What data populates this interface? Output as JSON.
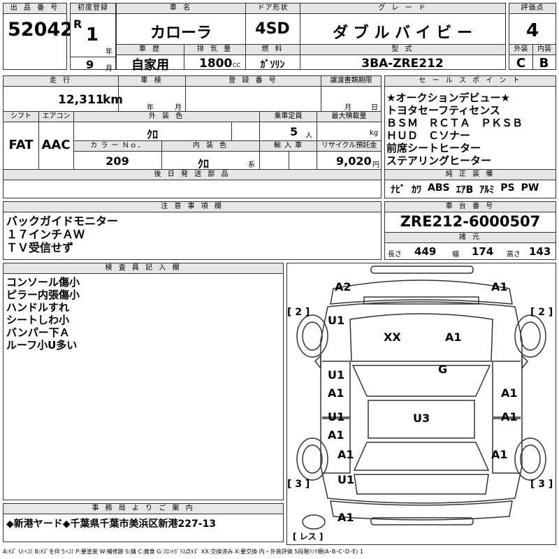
{
  "header": {
    "lot_no_label": "出 品 番 号",
    "lot_no": "52042",
    "first_reg_label": "初度登録",
    "era": "R",
    "year": "1",
    "year_unit": "年",
    "month": "9",
    "month_unit": "月",
    "car_name_label": "車 名",
    "car_name": "カローラ",
    "door_label": "ドア形状",
    "door": "4SD",
    "grade_label": "グ レ ー ド",
    "grade": "ダ ブ ル バ イ ビ ー",
    "score_label": "評価点",
    "score": "4",
    "history_label": "車 歴",
    "history": "自家用",
    "displacement_label": "排 気 量",
    "displacement": "1800",
    "displacement_unit": "CC",
    "fuel_label": "燃 料",
    "fuel": "ｶﾞｿﾘﾝ",
    "model_label": "型 式",
    "model": "3BA-ZRE212",
    "exterior_label": "外装",
    "exterior": "C",
    "interior_label": "内装",
    "interior": "B"
  },
  "row2": {
    "mileage_label": "走 行",
    "mileage": "12,311",
    "mileage_unit": "km",
    "inspection_label": "車 検",
    "inspection_year": "年",
    "inspection_month": "月",
    "registration_label": "登 録 番 号",
    "transfer_label": "譲渡書類期限",
    "transfer_month": "月",
    "transfer_day": "日",
    "shift_label": "シフト",
    "shift": "FAT",
    "ac_label": "エアコン",
    "ac": "AAC",
    "ext_color_label": "外 装 色",
    "ext_color": "ｸﾛ",
    "capacity_label": "乗車定員",
    "capacity": "5",
    "capacity_unit": "人",
    "max_load_label": "最大積載量",
    "max_load_unit": "kg",
    "color_no_label": "カ ラ ー Ｎｏ．",
    "color_no": "209",
    "int_color_label": "内 装 色",
    "int_color": "ｸﾛ",
    "int_color_unit": "系",
    "import_label": "輸 入 車",
    "recycle_label": "リサイクル預託金",
    "recycle": "9,020",
    "recycle_unit": "円",
    "later_parts_label": "後 日 発 送 部 品"
  },
  "sales_points": {
    "label": "セ ー ル ス ポ イ ン ト",
    "lines": [
      "★オークションデビュー★",
      "トヨタセーフティセンス",
      "ＢＳＭ　ＲＣＴＡ　ＰＫＳＢ",
      "ＨＵＤ　Ｃソナー",
      "前席シートヒーター",
      "ステアリングヒーター"
    ]
  },
  "equipment": {
    "label": "純 正 装 備",
    "items": [
      "ﾅﾋﾞ",
      "ｶﾜ",
      "ABS",
      "ｴｱB",
      "ｱﾙﾐ",
      "PS",
      "PW"
    ]
  },
  "notes": {
    "label": "注 意 事 項 欄",
    "lines": [
      "バックガイドモニター",
      "１７インチＡＷ",
      "ＴＶ受信せず"
    ]
  },
  "chassis": {
    "label": "車 台 番 号",
    "value": "ZRE212-6000507",
    "dims_label": "諸 元",
    "length_label": "長さ",
    "length": "449",
    "width_label": "幅",
    "width": "174",
    "height_label": "高さ",
    "height": "143"
  },
  "inspector": {
    "label": "検 査 員 記 入 欄",
    "lines": [
      "コンソール傷小",
      "ピラー内張傷小",
      "ハンドルすれ",
      "シートしわ小",
      "バンパー下Ａ",
      "ルーフ小U多い"
    ]
  },
  "diagram": {
    "marks": {
      "a2_front": "A2",
      "a1_front_right": "A1",
      "bracket_left_top": "[ 2 ]",
      "bracket_right_top": "[ 2 ]",
      "u1_left_top": "U1",
      "xx_hood": "XX",
      "a1_hood": "A1",
      "g_windshield": "G",
      "u1_left_door1": "U1",
      "a1_left_door1": "A1",
      "a1_right_door1": "A1",
      "u1_left_door2": "U1",
      "a1_left_door2": "A1",
      "u3_roof": "U3",
      "a1_right_door2": "A1",
      "a1_left_rear": "A1",
      "a1_right_rear": "A1",
      "u1_left_bottom": "U1",
      "bracket_left_bottom": "[ 3 ]",
      "bracket_right_bottom": "[ 3 ]",
      "a1_rear_bumper": "A1",
      "les": "[ レス ]"
    }
  },
  "office": {
    "label": "事 務 局 よ り ご 案 内",
    "text": "◆新港ヤード◆千葉県千葉市美浜区新港227-13"
  },
  "legend": "A:ｷｽﾞ  U:ﾍｺﾐ  B:ｷｽﾞを伴うﾍｺﾐ  P:要塗装  W:補修跡  S:錆  C:腐食  G:ﾌﾛﾝﾄｶﾞﾗｽ点ｷｽﾞ  XX:交換済み  X:要交換   内・外装評価  5段階ﾗﾝｸ順(A･B･C･D･E) 1"
}
